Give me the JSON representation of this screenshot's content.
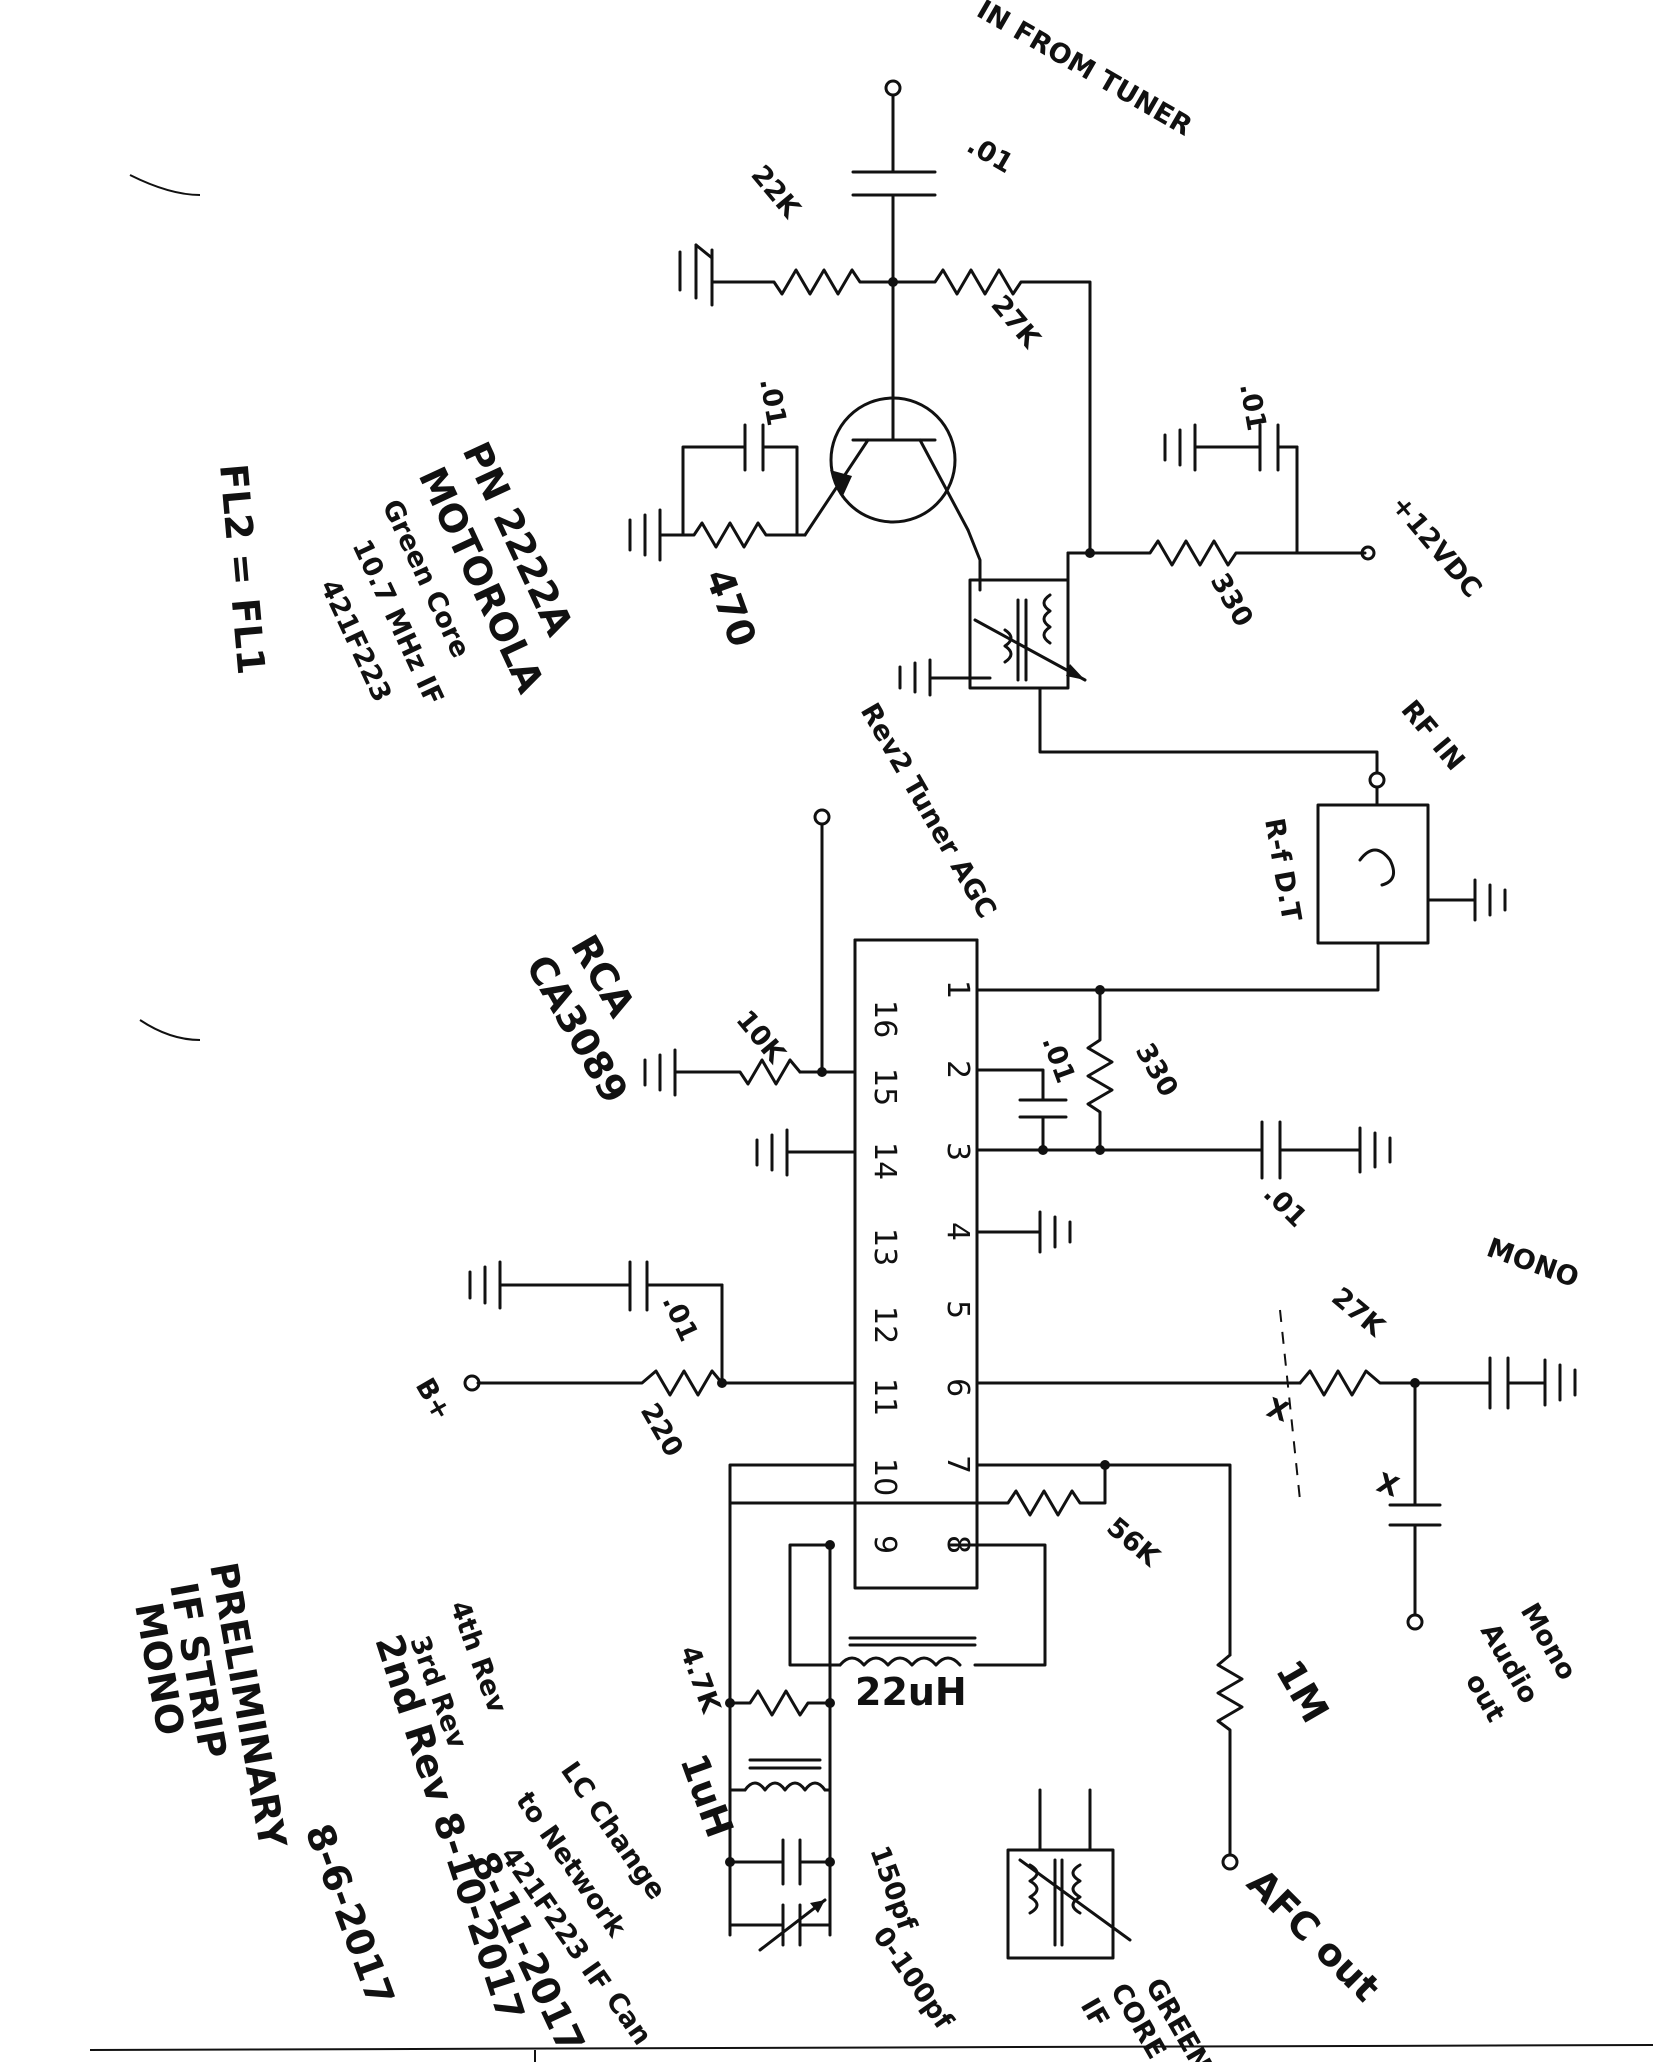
{
  "labels": {
    "in_from_tuner": "IN FROM TUNER",
    "c_in": ".01",
    "r_22k": "22K",
    "r_27k": "27K",
    "c_emitter": ".01",
    "r_470": "470",
    "c_supply": ".01",
    "supply": "+12VDC",
    "r_330_top": "330",
    "transistor_part": "PN 2222A",
    "transistor_mfr": "MOTOROLA",
    "coil_core": "Green Core",
    "coil_freq": "10.7 MHz IF",
    "coil_part": "421F223",
    "fl_note": "FL2 = FL1",
    "agc": "Rev2 Tuner AGC",
    "rf_in": "RF IN",
    "rf_dot": "R-f D.T",
    "ic_mfr": "RCA",
    "ic_part": "CA3089",
    "r_10k": "10K",
    "c_pin2": ".01",
    "r_330_mid": "330",
    "c_pin3": ".01",
    "c_pin11": ".01",
    "bplus": "B+",
    "r_220": "220",
    "mono_top": "MONO",
    "r_mono": "27K",
    "x_mark": "X",
    "r_56k": "56K",
    "r_1m": "1M",
    "mono_out_1": "Mono",
    "mono_out_2": "Audio",
    "mono_out_3": "out",
    "afc_out": "AFC out",
    "l_22uh": "22uH",
    "r_47k": "4.7K",
    "l_1uh": "1uH",
    "c_150pf": "150pf",
    "c_var": "0-100pf",
    "green_core_1": "GREEN",
    "green_core_2": "CORE",
    "green_core_3": "IF",
    "title_1": "PRELIMINARY",
    "title_2": "IF STRIP",
    "title_3": "MONO",
    "rev_4": "4th Rev",
    "rev_3": "3rd Rev",
    "rev_2": "2nd Rev 8-10-2017",
    "lc_change_1": "LC Change",
    "lc_change_2": "to Network",
    "lc_change_3": "421F223 IF",
    "lc_change_4": "Can",
    "lc_date": "8-11-2017",
    "date_first": "8-6-2017"
  },
  "ic_pins": {
    "left": [
      "16",
      "15",
      "14",
      "13",
      "12",
      "11",
      "10",
      "9"
    ],
    "right": [
      "1",
      "2",
      "3",
      "4",
      "5",
      "6",
      "7",
      "8"
    ]
  }
}
